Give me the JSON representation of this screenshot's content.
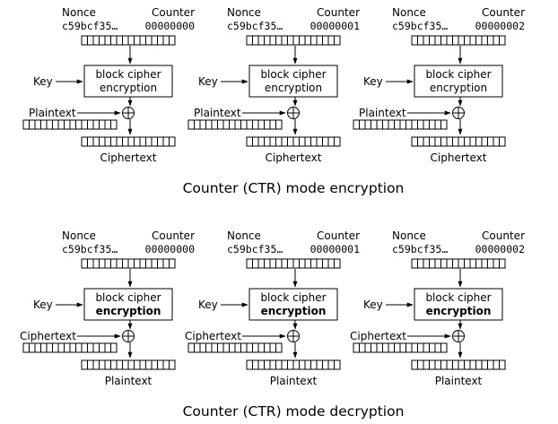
{
  "encryption": {
    "caption": "Counter (CTR) mode encryption",
    "cipher_line1": "block cipher",
    "cipher_line2": "encryption",
    "cipher_line2_bold": false,
    "input_label": "Plaintext",
    "output_label": "Ciphertext",
    "blocks": [
      {
        "nonce_label": "Nonce",
        "counter_label": "Counter",
        "nonce_value": "c59bcf35…",
        "counter_value": "00000000",
        "key_label": "Key"
      },
      {
        "nonce_label": "Nonce",
        "counter_label": "Counter",
        "nonce_value": "c59bcf35…",
        "counter_value": "00000001",
        "key_label": "Key"
      },
      {
        "nonce_label": "Nonce",
        "counter_label": "Counter",
        "nonce_value": "c59bcf35…",
        "counter_value": "00000002",
        "key_label": "Key"
      }
    ]
  },
  "decryption": {
    "caption": "Counter (CTR) mode decryption",
    "cipher_line1": "block cipher",
    "cipher_line2": "encryption",
    "cipher_line2_bold": true,
    "input_label": "Ciphertext",
    "output_label": "Plaintext",
    "blocks": [
      {
        "nonce_label": "Nonce",
        "counter_label": "Counter",
        "nonce_value": "c59bcf35…",
        "counter_value": "00000000",
        "key_label": "Key"
      },
      {
        "nonce_label": "Nonce",
        "counter_label": "Counter",
        "nonce_value": "c59bcf35…",
        "counter_value": "00000001",
        "key_label": "Key"
      },
      {
        "nonce_label": "Nonce",
        "counter_label": "Counter",
        "nonce_value": "c59bcf35…",
        "counter_value": "00000002",
        "key_label": "Key"
      }
    ]
  }
}
